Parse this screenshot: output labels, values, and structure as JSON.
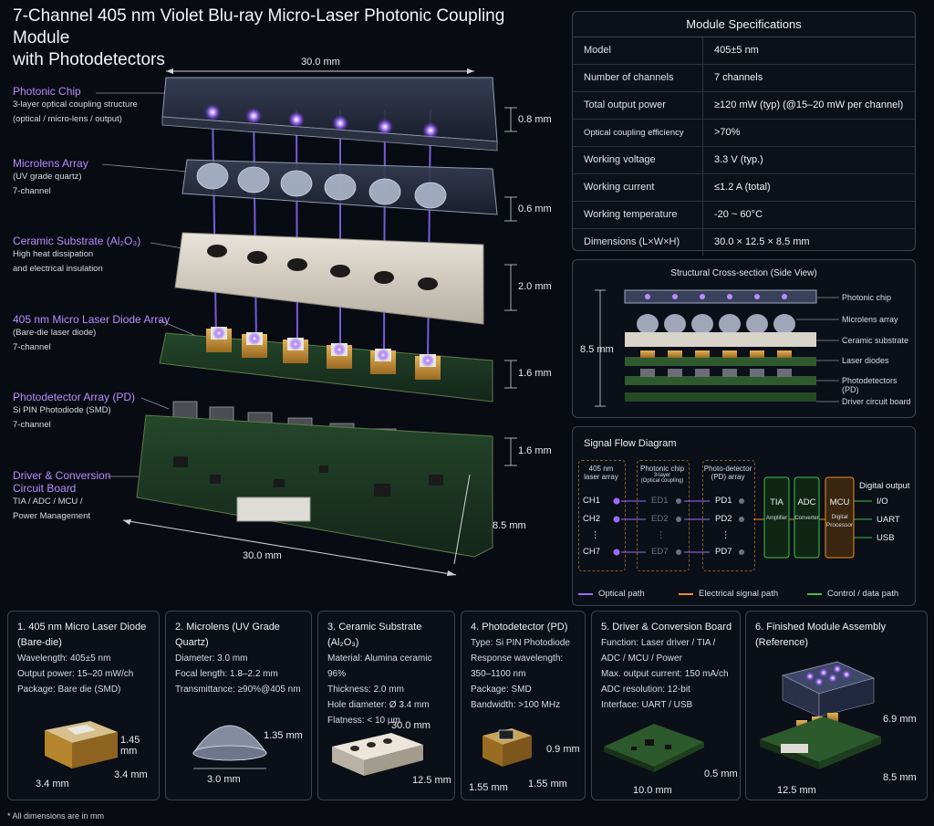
{
  "title_line1": "7-Channel 405 nm Violet Blu-ray Micro-Laser Photonic Coupling Module",
  "title_line2": "with Photodetectors",
  "exploded": {
    "top_dim": "30.0 mm",
    "bottom_dim": "30.0 mm",
    "depth_dim": "8.5 mm",
    "layers": [
      {
        "name": "Photonic Chip",
        "sub": [
          "3-layer optical coupling structure",
          "(optical / micro-lens / output)"
        ],
        "thickness": "0.8 mm"
      },
      {
        "name": "Microlens Array",
        "sub": [
          "(UV grade quartz)",
          "7-channel"
        ],
        "thickness": "0.6 mm"
      },
      {
        "name": "Ceramic Substrate (Al₂O₃)",
        "sub": [
          "High heat dissipation",
          "and electrical insulation"
        ],
        "thickness": "2.0 mm"
      },
      {
        "name": "405 nm Micro Laser Diode Array",
        "sub": [
          "(Bare-die laser diode)",
          "7-channel"
        ],
        "thickness": "1.6 mm"
      },
      {
        "name": "Photodetector Array (PD)",
        "sub": [
          "Si PIN Photodiode (SMD)",
          "7-channel"
        ],
        "thickness": "1.6 mm"
      },
      {
        "name": "Driver & Conversion",
        "name2": "Circuit Board",
        "sub": [
          "TIA / ADC / MCU /",
          "Power Management"
        ],
        "thickness": ""
      }
    ]
  },
  "specs": {
    "title": "Module Specifications",
    "rows": [
      {
        "k": "Model",
        "v": "405±5 nm"
      },
      {
        "k": "Number of channels",
        "v": "7 channels"
      },
      {
        "k": "Total output power",
        "v": "≥120 mW (typ) (@15–20 mW per channel)"
      },
      {
        "k": "Optical coupling efficiency",
        "v": ">70%"
      },
      {
        "k": "Working voltage",
        "v": "3.3 V (typ.)"
      },
      {
        "k": "Working current",
        "v": "≤1.2 A (total)"
      },
      {
        "k": "Working temperature",
        "v": "-20 ~ 60°C"
      },
      {
        "k": "Dimensions  (L×W×H)",
        "v": "30.0 × 12.5 × 8.5 mm"
      }
    ]
  },
  "cross_section": {
    "title": "Structural Cross-section (Side View)",
    "height": "8.5 mm",
    "labels": [
      "Photonic chip",
      "Microlens array",
      "Ceramic substrate",
      "Laser diodes",
      "Photodetectors (PD)",
      "Driver circuit board"
    ]
  },
  "signal_flow": {
    "title": "Signal Flow Diagram",
    "laser_header": [
      "405 nm",
      "laser array"
    ],
    "chip_header": [
      "Photonic chip",
      "3-layer",
      "(Optical coupling)"
    ],
    "pd_header": [
      "Photo-detector",
      "(PD) array"
    ],
    "channels": [
      "CH1",
      "CH2",
      "⋮",
      "CH7"
    ],
    "eds": [
      "ED1",
      "ED2",
      "⋮",
      "ED7"
    ],
    "pds": [
      "PD1",
      "PD2",
      "⋮",
      "PD7"
    ],
    "tia": "TIA",
    "tia_sub": "Amplifier",
    "adc": "ADC",
    "adc_sub": "Converter",
    "mcu": "MCU",
    "mcu_sub": [
      "Digital",
      "Processor"
    ],
    "output_header": "Digital output",
    "outputs": [
      "I/O",
      "UART",
      "USB"
    ],
    "legend": [
      "Optical path",
      "Electrical signal path",
      "Control / data path"
    ],
    "colors": {
      "optical": "#9b6bff",
      "electrical": "#f08a24",
      "control": "#3fbf4f"
    }
  },
  "cards": [
    {
      "title": [
        "1. 405 nm Micro Laser Diode",
        "(Bare-die)"
      ],
      "lines": [
        "Wavelength: 405±5 nm",
        "Output power: 15–20 mW/ch",
        "Package: Bare die (SMD)"
      ],
      "dims": [
        "1.45 mm",
        "3.4 mm",
        "3.4 mm"
      ]
    },
    {
      "title": [
        "2. Microlens (UV Grade Quartz)"
      ],
      "lines": [
        "Diameter: 3.0 mm",
        "Focal length: 1.8–2.2 mm",
        "Transmittance: ≥90%@405 nm"
      ],
      "dims": [
        "1.35 mm",
        "3.0 mm"
      ]
    },
    {
      "title": [
        "3. Ceramic Substrate (Al₂O₃)"
      ],
      "lines": [
        "Material: Alumina ceramic",
        "96%",
        "Thickness: 2.0 mm",
        "Hole diameter: Ø 3.4 mm",
        "Flatness: < 10 μm"
      ],
      "dims": [
        "30.0 mm",
        "12.5 mm"
      ]
    },
    {
      "title": [
        "4. Photodetector (PD)"
      ],
      "lines": [
        "Type: Si PIN Photodiode",
        "Response wavelength:",
        "350–1100 nm",
        "Package:  SMD",
        "Bandwidth: >100 MHz"
      ],
      "dims": [
        "0.9 mm",
        "1.55 mm",
        "1.55 mm"
      ]
    },
    {
      "title": [
        "5. Driver & Conversion Board"
      ],
      "lines": [
        "Function: Laser driver / TIA /",
        "ADC / MCU / Power",
        "Max. output current: 150 mA/ch",
        "ADC resolution: 12-bit",
        "Interface: UART / USB"
      ],
      "dims": [
        "0.5 mm",
        "10.0 mm"
      ]
    },
    {
      "title": [
        "6. Finished Module Assembly",
        "(Reference)"
      ],
      "lines": [],
      "dims": [
        "6.9 mm",
        "8.5 mm",
        "12.5 mm"
      ]
    }
  ],
  "footnote": "* All dimensions are in mm"
}
